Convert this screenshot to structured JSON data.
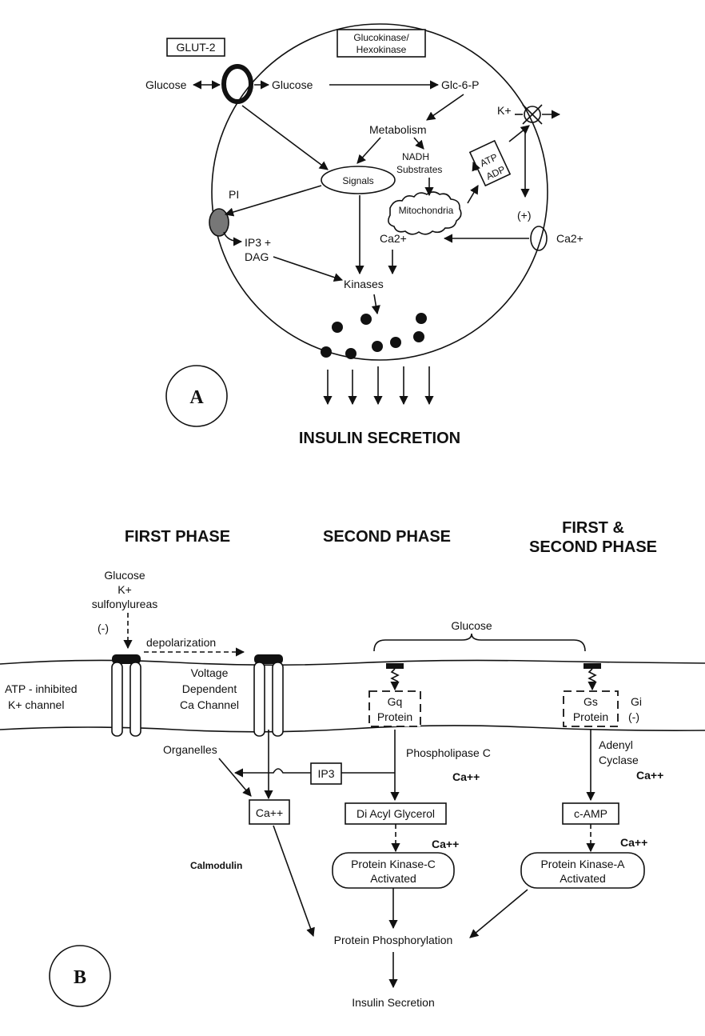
{
  "panel_a": {
    "letter": "A",
    "glut2": "GLUT-2",
    "glucokinase_line1": "Glucokinase/",
    "glucokinase_line2": "Hexokinase",
    "glucose_out": "Glucose",
    "glucose_in": "Glucose",
    "glc6p": "Glc-6-P",
    "k_plus": "K+",
    "metabolism": "Metabolism",
    "nadh": "NADH",
    "substrates": "Substrates",
    "atp": "ATP",
    "adp": "ADP",
    "signals": "Signals",
    "pi": "PI",
    "mitochondria": "Mitochondria",
    "plus": "(+)",
    "ip3_dag_line1": "IP3 +",
    "ip3_dag_line2": "DAG",
    "ca_inner": "Ca2+",
    "ca_outer": "Ca2+",
    "kinases": "Kinases",
    "caption": "INSULIN SECRETION"
  },
  "panel_b": {
    "letter": "B",
    "heading_first": "FIRST PHASE",
    "heading_second": "SECOND PHASE",
    "heading_both_line1": "FIRST &",
    "heading_both_line2": "SECOND PHASE",
    "glucose_left": "Glucose",
    "k_plus": "K+",
    "sulfonylureas": "sulfonylureas",
    "minus_left": "(-)",
    "depolarization": "depolarization",
    "glucose_brace": "Glucose",
    "atp_channel_line1": "ATP - inhibited",
    "atp_channel_line2": "K+ channel",
    "voltage_line1": "Voltage",
    "voltage_line2": "Dependent",
    "voltage_line3": "Ca Channel",
    "gq_line1": "Gq",
    "gq_line2": "Protein",
    "gs_line1": "Gs",
    "gs_line2": "Protein",
    "gi_line1": "Gi",
    "gi_line2": "(-)",
    "phospholipase": "Phospholipase C",
    "ca_plc": "Ca++",
    "adenyl_line1": "Adenyl",
    "adenyl_line2": "Cyclase",
    "ca_ac": "Ca++",
    "organelles": "Organelles",
    "ip3": "IP3",
    "ca_box": "Ca++",
    "dag": "Di Acyl Glycerol",
    "camp": "c-AMP",
    "ca_pkc": "Ca++",
    "ca_pka": "Ca++",
    "calmodulin": "Calmodulin",
    "pkc_line1": "Protein Kinase-C",
    "pkc_line2": "Activated",
    "pka_line1": "Protein Kinase-A",
    "pka_line2": "Activated",
    "phosphorylation": "Protein Phosphorylation",
    "secretion": "Insulin Secretion"
  }
}
